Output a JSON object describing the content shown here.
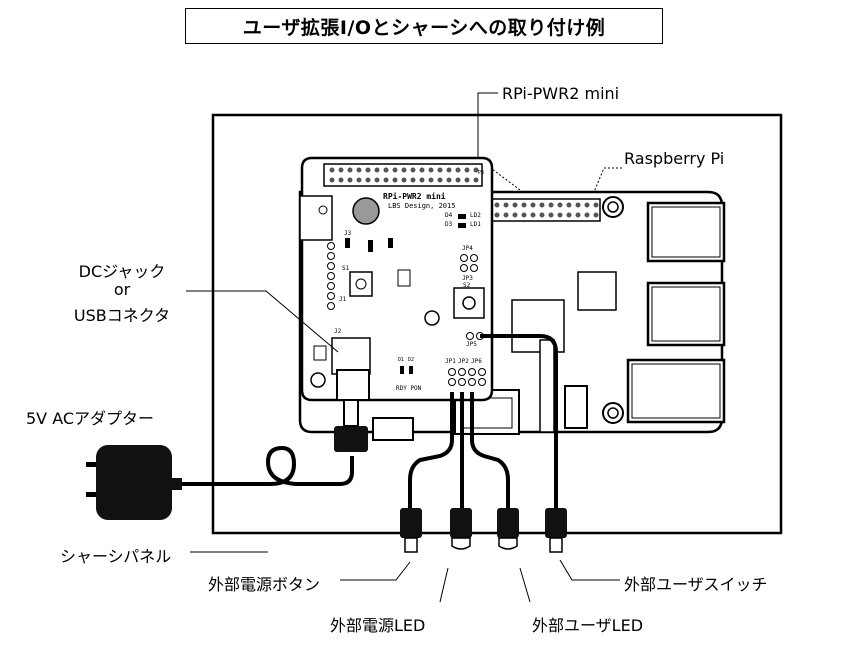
{
  "title": "ユーザ拡張I/Oとシャーシへの取り付け例",
  "labels": {
    "rpi_pwr2_mini": "RPi-PWR2 mini",
    "raspberry_pi": "Raspberry Pi",
    "dc_jack_line1": "DCジャック",
    "dc_jack_line2": "or",
    "dc_jack_line3": "USBコネクタ",
    "ac_adapter": "5V ACアダプター",
    "chassis_panel": "シャーシパネル",
    "ext_power_button": "外部電源ボタン",
    "ext_power_led": "外部電源LED",
    "ext_user_switch": "外部ユーザスイッチ",
    "ext_user_led": "外部ユーザLED"
  },
  "board_silkscreen": {
    "name": "RPi-PWR2 mini",
    "credit": "LBS Design, 2015",
    "d4": "D4",
    "ld2": "LD2",
    "d3": "D3",
    "ld1": "LD1",
    "jp4": "JP4",
    "jp3": "JP3",
    "s2": "S2",
    "jp5": "JP5",
    "jp1": "JP1",
    "jp2": "JP2",
    "jp6": "JP6",
    "j3": "J3",
    "j1": "J1",
    "j2": "J2",
    "s1": "S1",
    "d1": "D1",
    "d2": "D2",
    "rdy_pon": "RDY PON",
    "p3": "P3"
  }
}
